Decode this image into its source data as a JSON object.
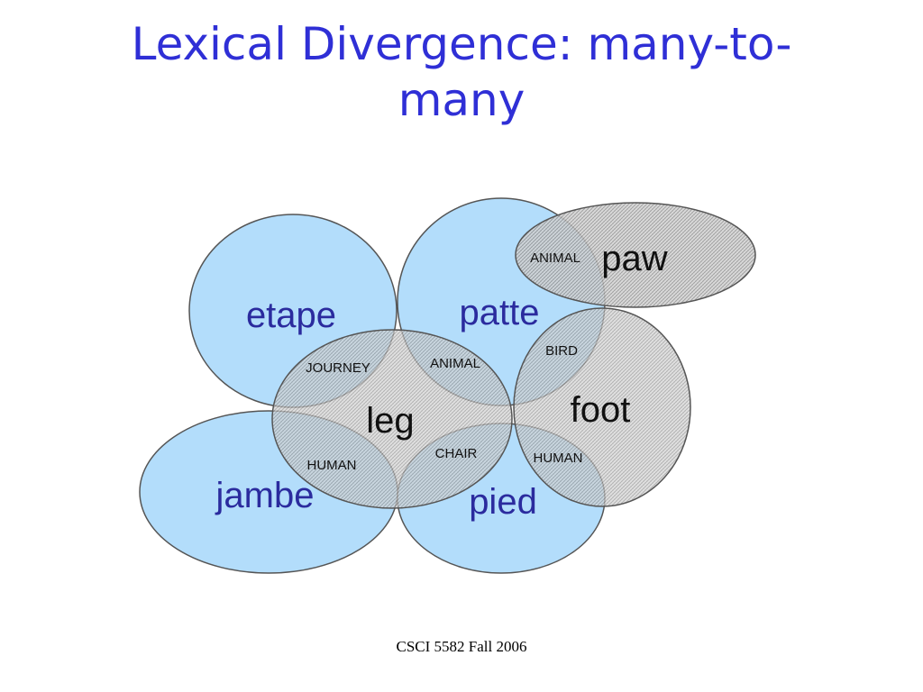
{
  "slide": {
    "title_line1": "Lexical Divergence: many-to-",
    "title_line2": "many",
    "footer": "CSCI 5582 Fall 2006"
  },
  "colors": {
    "title": "#2f2fd6",
    "french_fill": "#b3ddfb",
    "english_fill": "#c8c8c8",
    "french_word": "#2b2b9e",
    "english_word": "#111111",
    "outline": "#555555"
  },
  "diagram": {
    "french_words": {
      "etape": "etape",
      "patte": "patte",
      "jambe": "jambe",
      "pied": "pied"
    },
    "english_words": {
      "paw": "paw",
      "leg": "leg",
      "foot": "foot"
    },
    "sense_labels": {
      "animal_paw": "ANIMAL",
      "journey": "JOURNEY",
      "animal_leg": "ANIMAL",
      "bird": "BIRD",
      "human_leg": "HUMAN",
      "chair": "CHAIR",
      "human_foot": "HUMAN"
    }
  }
}
